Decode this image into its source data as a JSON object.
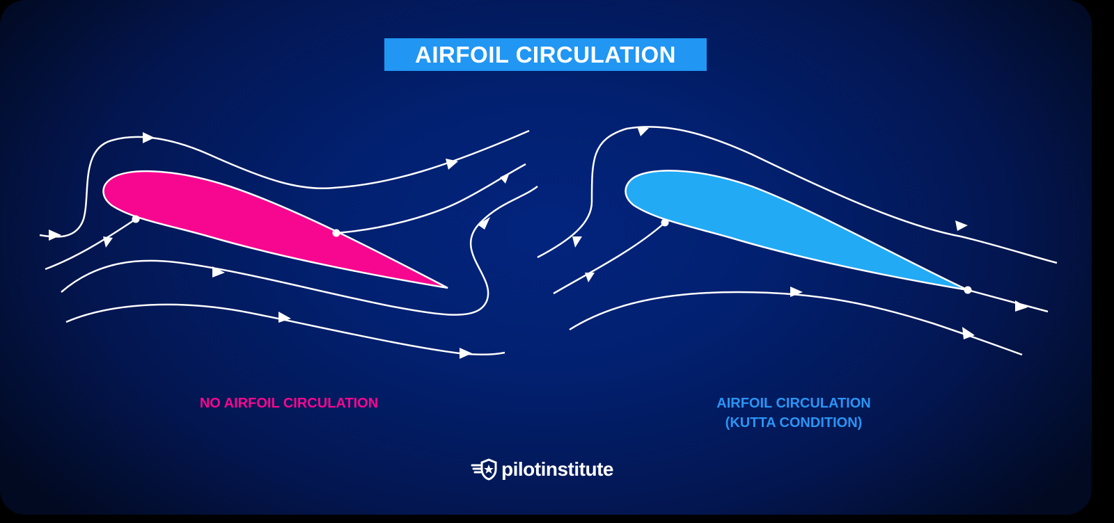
{
  "title": "AIRFOIL CIRCULATION",
  "left_panel": {
    "caption": "NO AIRFOIL CIRCULATION",
    "airfoil_color": "#f7078f",
    "streamline_color": "#ffffff"
  },
  "right_panel": {
    "caption_line1": "AIRFOIL CIRCULATION",
    "caption_line2": "(KUTTA CONDITION)",
    "airfoil_color": "#22aaf5",
    "streamline_color": "#ffffff"
  },
  "logo": {
    "icon": "winged-shield-star-icon",
    "text": "pilotinstitute"
  },
  "colors": {
    "title_bg": "#2196f3",
    "background": "#02206f",
    "left_caption": "#f7078f",
    "right_caption": "#2b95f5"
  }
}
